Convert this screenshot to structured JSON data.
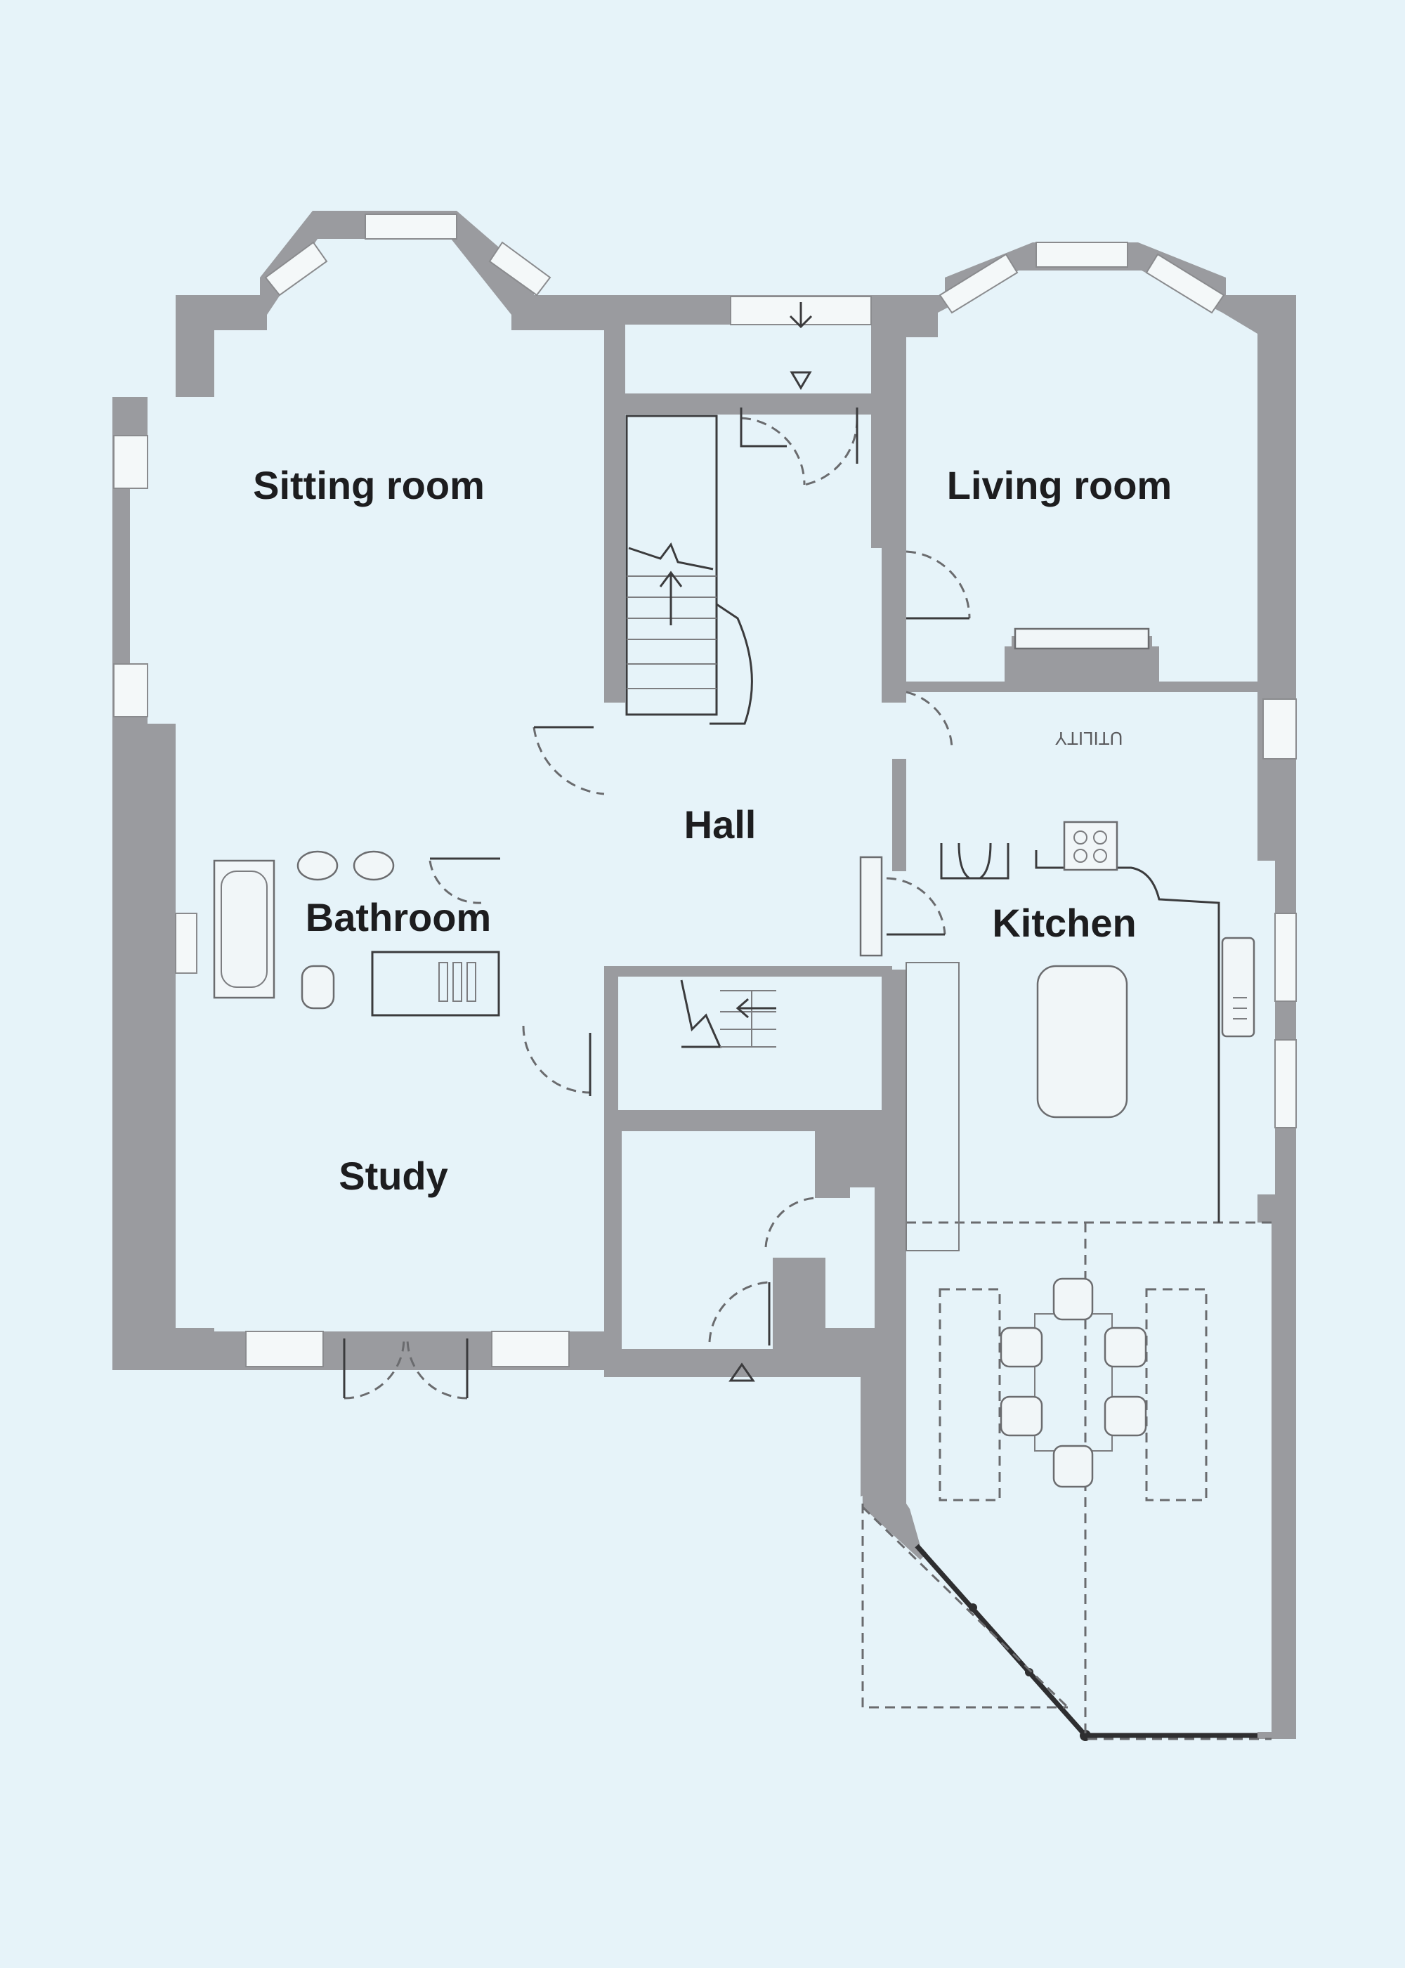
{
  "rooms": [
    {
      "id": "sitting",
      "label": "Sitting room"
    },
    {
      "id": "living",
      "label": "Living room"
    },
    {
      "id": "hall",
      "label": "Hall"
    },
    {
      "id": "bathroom",
      "label": "Bathroom"
    },
    {
      "id": "kitchen",
      "label": "Kitchen"
    },
    {
      "id": "study",
      "label": "Study"
    },
    {
      "id": "utility",
      "label": "UTILITY"
    }
  ],
  "colors": {
    "background": "#e6f3f9",
    "wall": "#9a9b9f",
    "label": "#1d1d1f"
  }
}
